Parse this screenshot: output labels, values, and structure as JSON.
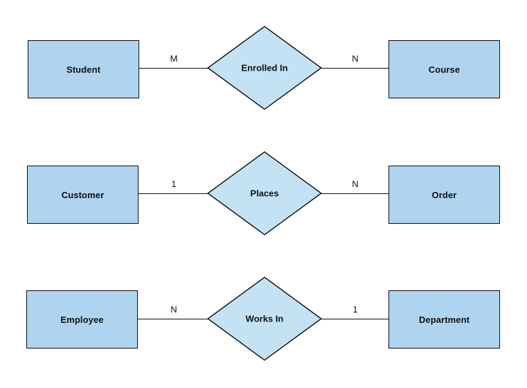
{
  "diagram": {
    "type": "entity-relationship-diagram",
    "background_color": "#ffffff",
    "entity_fill_color": "#aed4ef",
    "relationship_fill_color": "#c3e3f5",
    "stroke_color": "#0c0c0c",
    "rows": [
      {
        "left_entity": "Student",
        "left_cardinality": "M",
        "relationship": "Enrolled In",
        "right_cardinality": "N",
        "right_entity": "Course"
      },
      {
        "left_entity": "Customer",
        "left_cardinality": "1",
        "relationship": "Places",
        "right_cardinality": "N",
        "right_entity": "Order"
      },
      {
        "left_entity": "Employee",
        "left_cardinality": "N",
        "relationship": "Works In",
        "right_cardinality": "1",
        "right_entity": "Department"
      }
    ]
  }
}
